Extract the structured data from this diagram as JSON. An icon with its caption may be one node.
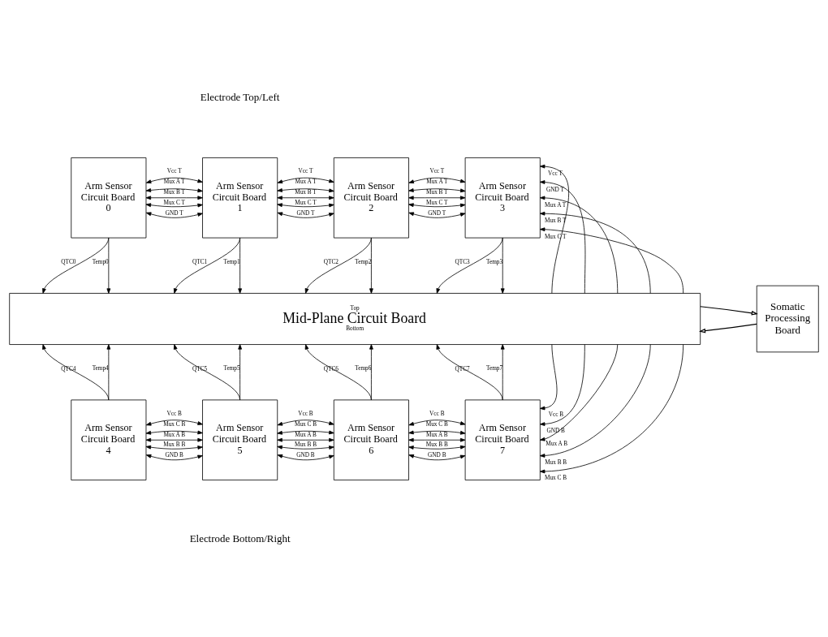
{
  "diagram": {
    "nodes": [
      {
        "text": [
          "Arm Sensor Circuit Board 0"
        ]
      },
      {
        "text": [
          "Arm Sensor Circuit Board 1"
        ]
      },
      {
        "text": [
          "Arm Sensor Circuit Board 2"
        ]
      },
      {
        "text": [
          "Arm Sensor Circuit Board 3"
        ]
      },
      {
        "text": [
          "Top",
          "Mid-Plane Circuit Board",
          "Bottom"
        ]
      },
      {
        "text": [
          "Somatic Processing Board"
        ]
      },
      {
        "text": [
          "Arm Sensor Circuit Board 4"
        ]
      },
      {
        "text": [
          "Arm Sensor Circuit Board 5"
        ]
      },
      {
        "text": [
          "Arm Sensor Circuit Board 6"
        ]
      },
      {
        "text": [
          "Arm Sensor Circuit Board 7"
        ]
      }
    ],
    "edges": [
      {
        "from": 0,
        "to": 1,
        "arrow": "both",
        "label": "Vcc T"
      },
      {
        "from": 0,
        "to": 1,
        "arrow": "both",
        "label": "GND T"
      },
      {
        "from": 0,
        "to": 1,
        "arrow": "both",
        "label": "Mux A T"
      },
      {
        "from": 0,
        "to": 1,
        "arrow": "both",
        "label": "Mux B T"
      },
      {
        "from": 0,
        "to": 1,
        "arrow": "both",
        "label": "Mux C T"
      },
      {
        "from": 1,
        "to": 2,
        "arrow": "both",
        "label": "Vcc T"
      },
      {
        "from": 1,
        "to": 2,
        "arrow": "both",
        "label": "GND T"
      },
      {
        "from": 1,
        "to": 2,
        "arrow": "both",
        "label": "Mux A T"
      },
      {
        "from": 1,
        "to": 2,
        "arrow": "both",
        "label": "Mux B T"
      },
      {
        "from": 1,
        "to": 2,
        "arrow": "both",
        "label": "Mux C T"
      },
      {
        "from": 2,
        "to": 3,
        "arrow": "both",
        "label": "Vcc T"
      },
      {
        "from": 2,
        "to": 3,
        "arrow": "both",
        "label": "GND T"
      },
      {
        "from": 2,
        "to": 3,
        "arrow": "both",
        "label": "Mux A T"
      },
      {
        "from": 2,
        "to": 3,
        "arrow": "both",
        "label": "Mux B T"
      },
      {
        "from": 2,
        "to": 3,
        "arrow": "both",
        "label": "Mux C T"
      },
      {
        "from": 4,
        "to": 3,
        "arrow": "to",
        "label": "Vcc T"
      },
      {
        "from": 4,
        "to": 3,
        "arrow": "to",
        "label": "GND T"
      },
      {
        "from": 4,
        "to": 3,
        "arrow": "to",
        "label": "Mux A T"
      },
      {
        "from": 4,
        "to": 3,
        "arrow": "to",
        "label": "Mux B T"
      },
      {
        "from": 4,
        "to": 3,
        "arrow": "to",
        "label": "Mux C T"
      },
      {
        "from": 0,
        "to": 4,
        "arrow": "to",
        "label": "QTC0"
      },
      {
        "from": 0,
        "to": 4,
        "arrow": "to",
        "label": "Temp0"
      },
      {
        "from": 1,
        "to": 4,
        "arrow": "to",
        "label": "QTC1"
      },
      {
        "from": 1,
        "to": 4,
        "arrow": "to",
        "label": "Temp1"
      },
      {
        "from": 2,
        "to": 4,
        "arrow": "to",
        "label": "QTC2"
      },
      {
        "from": 2,
        "to": 4,
        "arrow": "to",
        "label": "Temp2"
      },
      {
        "from": 3,
        "to": 4,
        "arrow": "to",
        "label": "QTC3"
      },
      {
        "from": 3,
        "to": 4,
        "arrow": "to",
        "label": "Temp3"
      },
      {
        "from": 5,
        "to": 4,
        "arrow": "to"
      },
      {
        "from": 4,
        "to": 5,
        "arrow": "to"
      },
      {
        "from": 6,
        "to": 4,
        "arrow": "to",
        "label": "QTC4"
      },
      {
        "from": 6,
        "to": 4,
        "arrow": "to",
        "label": "Temp4"
      },
      {
        "from": 7,
        "to": 4,
        "arrow": "to",
        "label": "QTC5"
      },
      {
        "from": 7,
        "to": 4,
        "arrow": "to",
        "label": "Temp5"
      },
      {
        "from": 8,
        "to": 4,
        "arrow": "to",
        "label": "QTC6"
      },
      {
        "from": 8,
        "to": 4,
        "arrow": "to",
        "label": "Temp6"
      },
      {
        "from": 9,
        "to": 4,
        "arrow": "to",
        "label": "QTC7"
      },
      {
        "from": 9,
        "to": 4,
        "arrow": "to",
        "label": "Temp7"
      },
      {
        "from": 4,
        "to": 9,
        "arrow": "to",
        "label": "Vcc B"
      },
      {
        "from": 4,
        "to": 9,
        "arrow": "to",
        "label": "GND B"
      },
      {
        "from": 4,
        "to": 9,
        "arrow": "to",
        "label": "Mux A B"
      },
      {
        "from": 4,
        "to": 9,
        "arrow": "to",
        "label": "Mux B B"
      },
      {
        "from": 4,
        "to": 9,
        "arrow": "to",
        "label": "Mux C B"
      },
      {
        "from": 6,
        "to": 7,
        "arrow": "both",
        "label": "Vcc B"
      },
      {
        "from": 6,
        "to": 7,
        "arrow": "both",
        "label": "GND B"
      },
      {
        "from": 6,
        "to": 7,
        "arrow": "both",
        "label": "Mux A B"
      },
      {
        "from": 6,
        "to": 7,
        "arrow": "both",
        "label": "Mux B B"
      },
      {
        "from": 6,
        "to": 7,
        "arrow": "both",
        "label": "Mux C B"
      },
      {
        "from": 7,
        "to": 8,
        "arrow": "both",
        "label": "Vcc B"
      },
      {
        "from": 7,
        "to": 8,
        "arrow": "both",
        "label": "GND B"
      },
      {
        "from": 7,
        "to": 8,
        "arrow": "both",
        "label": "Mux A B"
      },
      {
        "from": 7,
        "to": 8,
        "arrow": "both",
        "label": "Mux B B"
      },
      {
        "from": 7,
        "to": 8,
        "arrow": "both",
        "label": "Mux C B"
      },
      {
        "from": 8,
        "to": 9,
        "arrow": "both",
        "label": "Vcc B"
      },
      {
        "from": 8,
        "to": 9,
        "arrow": "both",
        "label": "GND B"
      },
      {
        "from": 8,
        "to": 9,
        "arrow": "both",
        "label": "Mux A B"
      },
      {
        "from": 8,
        "to": 9,
        "arrow": "both",
        "label": "Mux B B"
      },
      {
        "from": 8,
        "to": 9,
        "arrow": "both",
        "label": "Mux C B"
      }
    ],
    "labels": [
      "Electrode Top/Left",
      "Electrode Bottom/Right"
    ]
  }
}
